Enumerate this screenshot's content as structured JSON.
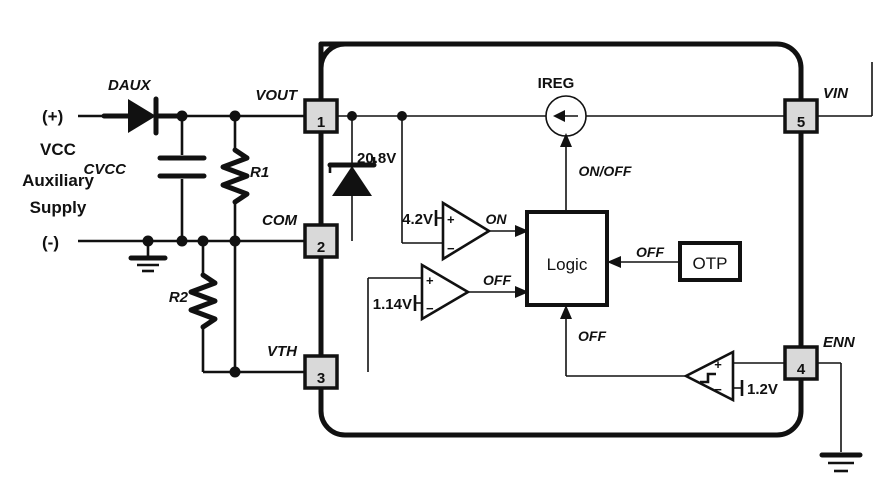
{
  "diagram": {
    "title": "Auxiliary supply / linear regulator block diagram",
    "supply": {
      "name_line1": "VCC",
      "name_line2": "Auxiliary",
      "name_line3": "Supply",
      "plus_terminal": "(+)",
      "minus_terminal": "(-)"
    },
    "components": {
      "diode_aux": "DAUX",
      "cap_vcc": "CVCC",
      "res_r1": "R1",
      "res_r2": "R2",
      "zener": "20.8V",
      "current_source": "IREG",
      "logic_block": "Logic",
      "otp_block": "OTP",
      "ref_on": "4.2V",
      "ref_off": "1.14V",
      "ref_enn": "1.2V"
    },
    "pins": [
      {
        "number": "1",
        "label": "VOUT"
      },
      {
        "number": "2",
        "label": "COM"
      },
      {
        "number": "3",
        "label": "VTH"
      },
      {
        "number": "4",
        "label": "ENN"
      },
      {
        "number": "5",
        "label": "VIN"
      }
    ],
    "signals": {
      "on": "ON",
      "off_comp": "OFF",
      "off_otp": "OFF",
      "off_enn": "OFF",
      "on_off": "ON/OFF"
    },
    "comparator_polarity": {
      "plus": "+",
      "minus": "−"
    },
    "colors": {
      "line": "#111111",
      "pin_fill": "#d9d9d9",
      "background": "#ffffff"
    }
  }
}
